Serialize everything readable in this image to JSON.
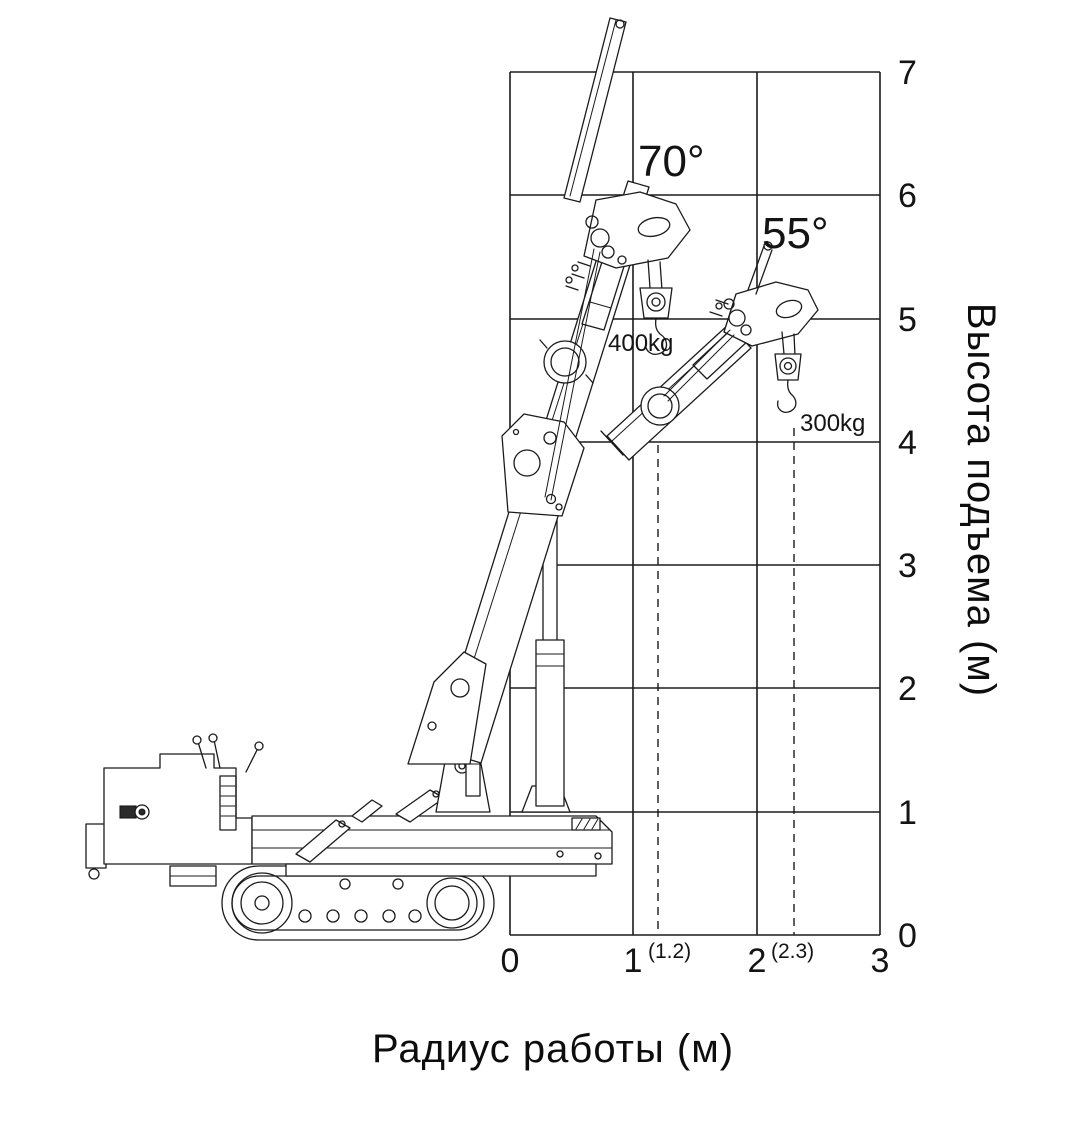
{
  "figure": {
    "x_axis": {
      "title": "Радиус работы (м)",
      "ticks": [
        "0",
        "1",
        "2",
        "3"
      ],
      "sub_ticks": [
        "(1.2)",
        "(2.3)"
      ]
    },
    "y_axis": {
      "title": "Высота подъема (м)",
      "ticks": [
        "7",
        "6",
        "5",
        "4",
        "3",
        "2",
        "1",
        "0"
      ]
    },
    "annotations": {
      "angle_main": "70°",
      "angle_alt": "55°",
      "load_main": "400kg",
      "load_alt": "300kg"
    }
  },
  "chart_data": {
    "type": "diagram",
    "title": "Crane working range diagram",
    "xlabel": "Радиус работы (м)",
    "ylabel": "Высота подъема (м)",
    "xlim": [
      0,
      3
    ],
    "ylim": [
      0,
      7
    ],
    "grid": true,
    "configurations": [
      {
        "boom_angle_deg": 70,
        "capacity": "400kg",
        "working_radius_m": 1.2
      },
      {
        "boom_angle_deg": 55,
        "capacity": "300kg",
        "working_radius_m": 2.3
      }
    ],
    "reference_lines_x": [
      1.2,
      2.3
    ]
  },
  "colors": {
    "ink": "#1b1b1b",
    "background": "#ffffff"
  }
}
